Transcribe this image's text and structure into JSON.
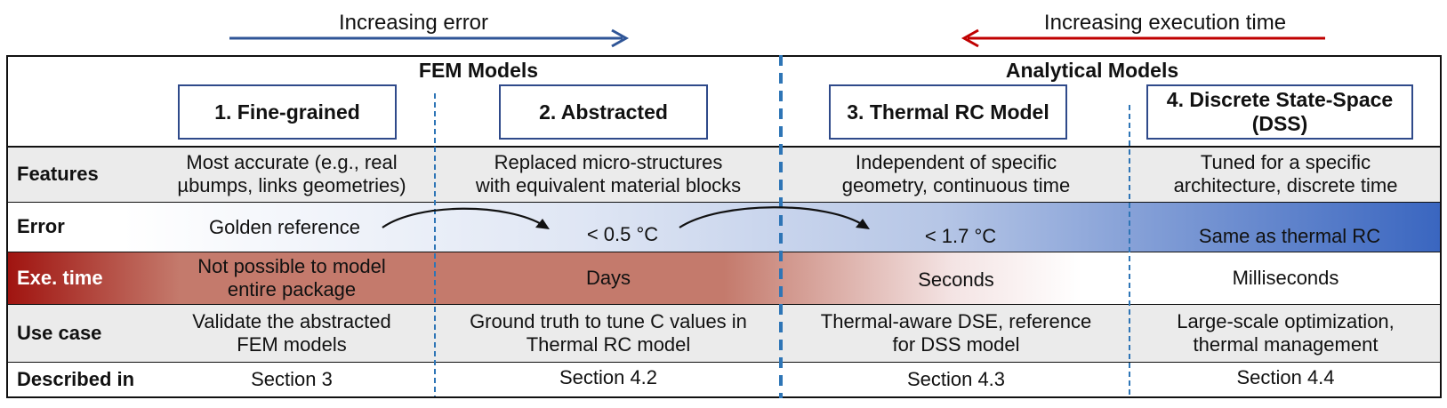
{
  "top": {
    "left_arrow_label": "Increasing error",
    "right_arrow_label": "Increasing execution time"
  },
  "groups": {
    "fem_title": "FEM Models",
    "analytical_title": "Analytical Models"
  },
  "models": [
    {
      "label": "1. Fine-grained"
    },
    {
      "label": "2. Abstracted"
    },
    {
      "label": "3. Thermal RC Model"
    },
    {
      "label_line1": "4. Discrete State-Space",
      "label_line2": "(DSS)"
    }
  ],
  "rows": {
    "features": {
      "label": "Features",
      "cells": [
        {
          "line1": "Most accurate (e.g., real",
          "line2": "µbumps, links geometries)"
        },
        {
          "line1": "Replaced micro-structures",
          "line2": "with equivalent material blocks"
        },
        {
          "line1": "Independent of specific",
          "line2": "geometry, continuous time"
        },
        {
          "line1": "Tuned for a specific",
          "line2": "architecture, discrete time"
        }
      ]
    },
    "error": {
      "label": "Error",
      "cells": [
        "Golden reference",
        "< 0.5 °C",
        "< 1.7 °C",
        "Same as thermal RC"
      ]
    },
    "exe_time": {
      "label": "Exe. time",
      "cells": [
        {
          "line1": "Not possible to model",
          "line2": "entire package"
        },
        {
          "line1": "Days",
          "line2": ""
        },
        {
          "line1": "Seconds",
          "line2": ""
        },
        {
          "line1": "Milliseconds",
          "line2": ""
        }
      ]
    },
    "use_case": {
      "label": "Use case",
      "cells": [
        {
          "line1": "Validate the abstracted",
          "line2": "FEM models"
        },
        {
          "line1": "Ground truth to tune C values in",
          "line2": "Thermal RC model"
        },
        {
          "line1": "Thermal-aware DSE, reference",
          "line2": "for DSS model"
        },
        {
          "line1": "Large-scale optimization,",
          "line2": "thermal management"
        }
      ]
    },
    "described_in": {
      "label": "Described in",
      "cells": [
        "Section 3",
        "Section 4.2",
        "Section 4.3",
        "Section 4.4"
      ]
    }
  },
  "colors": {
    "frame": "#111111",
    "arrow_blue": "#2f5597",
    "arrow_red": "#c00000",
    "box_border": "#2f4a8a",
    "divider": "#2e75b6",
    "error_gradient_start": "#ffffff",
    "error_gradient_end": "#3a66c0",
    "exe_gradient_dark": "#a01410",
    "exe_gradient_mid": "#c47a6c",
    "features_bg": "#ebebeb",
    "use_case_bg": "#ebebeb"
  }
}
